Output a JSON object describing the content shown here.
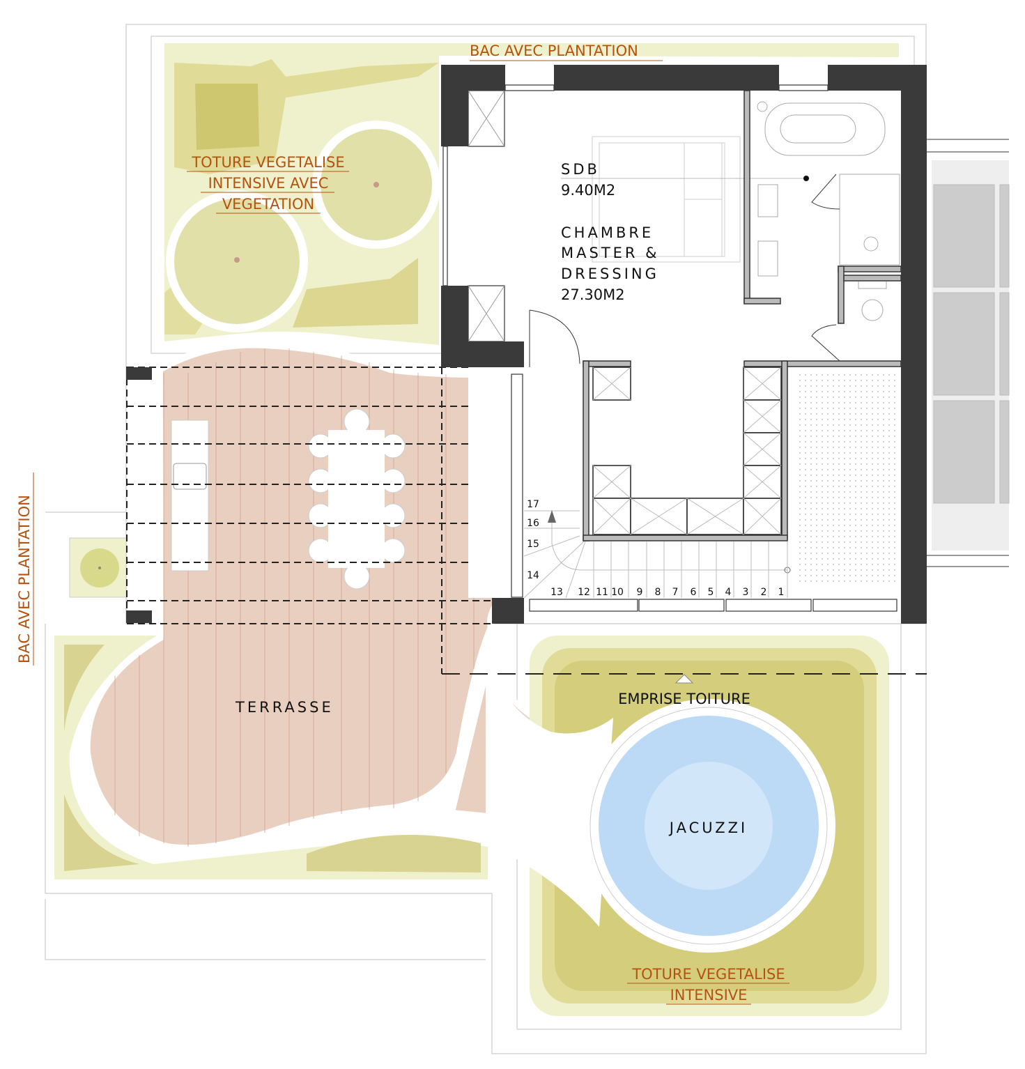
{
  "labels": {
    "bac_top": "BAC AVEC PLANTATION",
    "bac_left": "BAC AVEC PLANTATION",
    "toiture_top_1": "TOTURE VEGETALISE",
    "toiture_top_2": "INTENSIVE AVEC",
    "toiture_top_3": "VEGETATION",
    "sdb": "SDB",
    "sdb_area": "9.40M2",
    "chambre_1": "CHAMBRE",
    "chambre_2": "MASTER &",
    "chambre_3": "DRESSING",
    "chambre_area": "27.30M2",
    "terrasse": "TERRASSE",
    "emprise": "EMPRISE TOITURE",
    "jacuzzi": "JACUZZI",
    "toiture_bottom_1": "TOTURE VEGETALISE",
    "toiture_bottom_2": "INTENSIVE"
  },
  "stairs": [
    "1",
    "2",
    "3",
    "4",
    "5",
    "6",
    "7",
    "8",
    "9",
    "10",
    "11",
    "12",
    "13",
    "14",
    "15",
    "16",
    "17"
  ],
  "colors": {
    "wall": "#3a3a3a",
    "terrace": "#e8cfc0",
    "green_light": "#eef1cc",
    "green_mid": "#e0e0a8",
    "green_dark": "#d3cd7c",
    "jacuzzi": "#bcd9f6",
    "label": "#b5520f"
  }
}
